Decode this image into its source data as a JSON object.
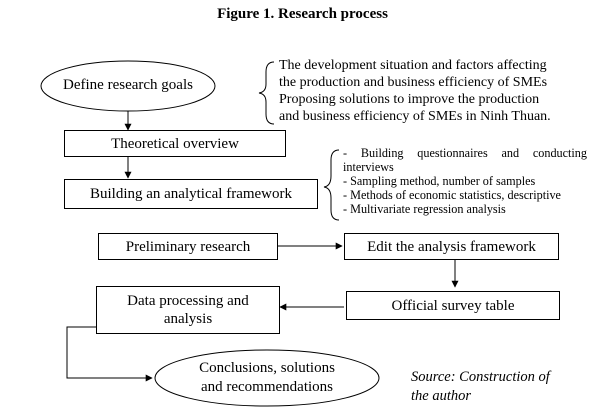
{
  "title": "Figure 1. Research process",
  "nodes": {
    "define_goals": "Define research goals",
    "theoretical_overview": "Theoretical overview",
    "analytical_framework": "Building an analytical framework",
    "preliminary_research": "Preliminary research",
    "edit_framework": "Edit the analysis framework",
    "official_survey": "Official survey table",
    "data_processing_line1": "Data processing and",
    "data_processing_line2": "analysis",
    "conclusions_line1": "Conclusions, solutions",
    "conclusions_line2": "and recommendations"
  },
  "goals_note": {
    "line1": "The development situation and factors affecting",
    "line2": "the production and business efficiency of SMEs",
    "line3": "Proposing solutions to improve the production",
    "line4": "and business efficiency of SMEs in Ninh Thuan."
  },
  "framework_note": {
    "line1": "- Building questionnaires and conducting",
    "line2": "interviews",
    "line3": "- Sampling method, number of samples",
    "line4": "- Methods of economic statistics, descriptive",
    "line5": "- Multivariate regression analysis"
  },
  "source": {
    "line1": "Source: Construction of",
    "line2": "the author"
  }
}
